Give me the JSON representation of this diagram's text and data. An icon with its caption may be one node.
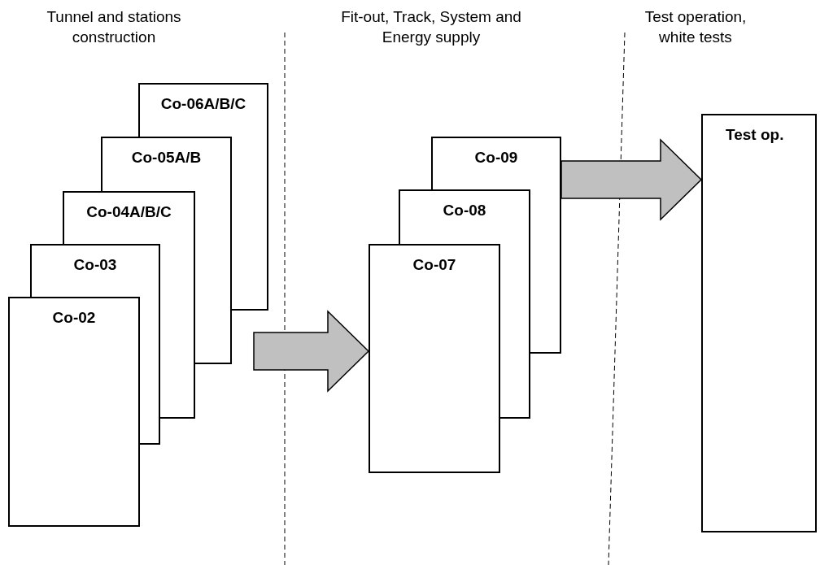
{
  "diagram": {
    "nodes": [
      {
        "text": [
          "Co-06A/B/C"
        ]
      },
      {
        "text": [
          "Co-05A/B"
        ]
      },
      {
        "text": [
          "Co-04A/B/C"
        ]
      },
      {
        "text": [
          "Co-03"
        ]
      },
      {
        "text": [
          "Co-02"
        ]
      },
      {
        "text": [
          "Co-09"
        ]
      },
      {
        "text": [
          "Co-08"
        ]
      },
      {
        "text": [
          "Co-07"
        ]
      },
      {
        "text": [
          "Test op."
        ]
      }
    ],
    "edges": [
      {
        "from": null,
        "to": 7,
        "arrow": "to"
      },
      {
        "from": 5,
        "to": 8,
        "arrow": "to"
      }
    ],
    "labels": [
      "Tunnel and stations construction",
      "Fit-out, Track, System and Energy supply",
      "Test operation, white tests"
    ]
  }
}
